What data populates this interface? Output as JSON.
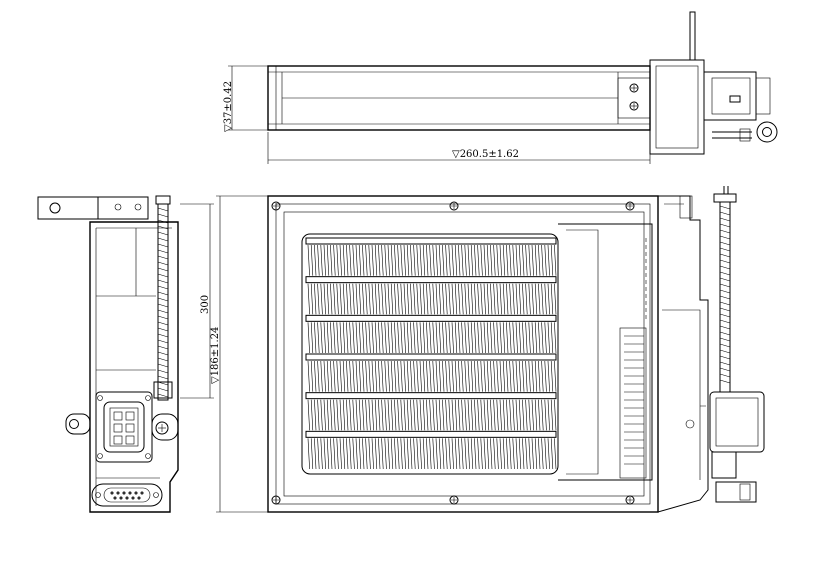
{
  "dimensions": {
    "top_height": "▽37±0.42",
    "top_length": "▽260.5±1.62",
    "side_height": "300",
    "front_height": "▽186±1.24"
  },
  "views": [
    "top-view",
    "side-view",
    "front-view"
  ],
  "fin_rows": 6
}
